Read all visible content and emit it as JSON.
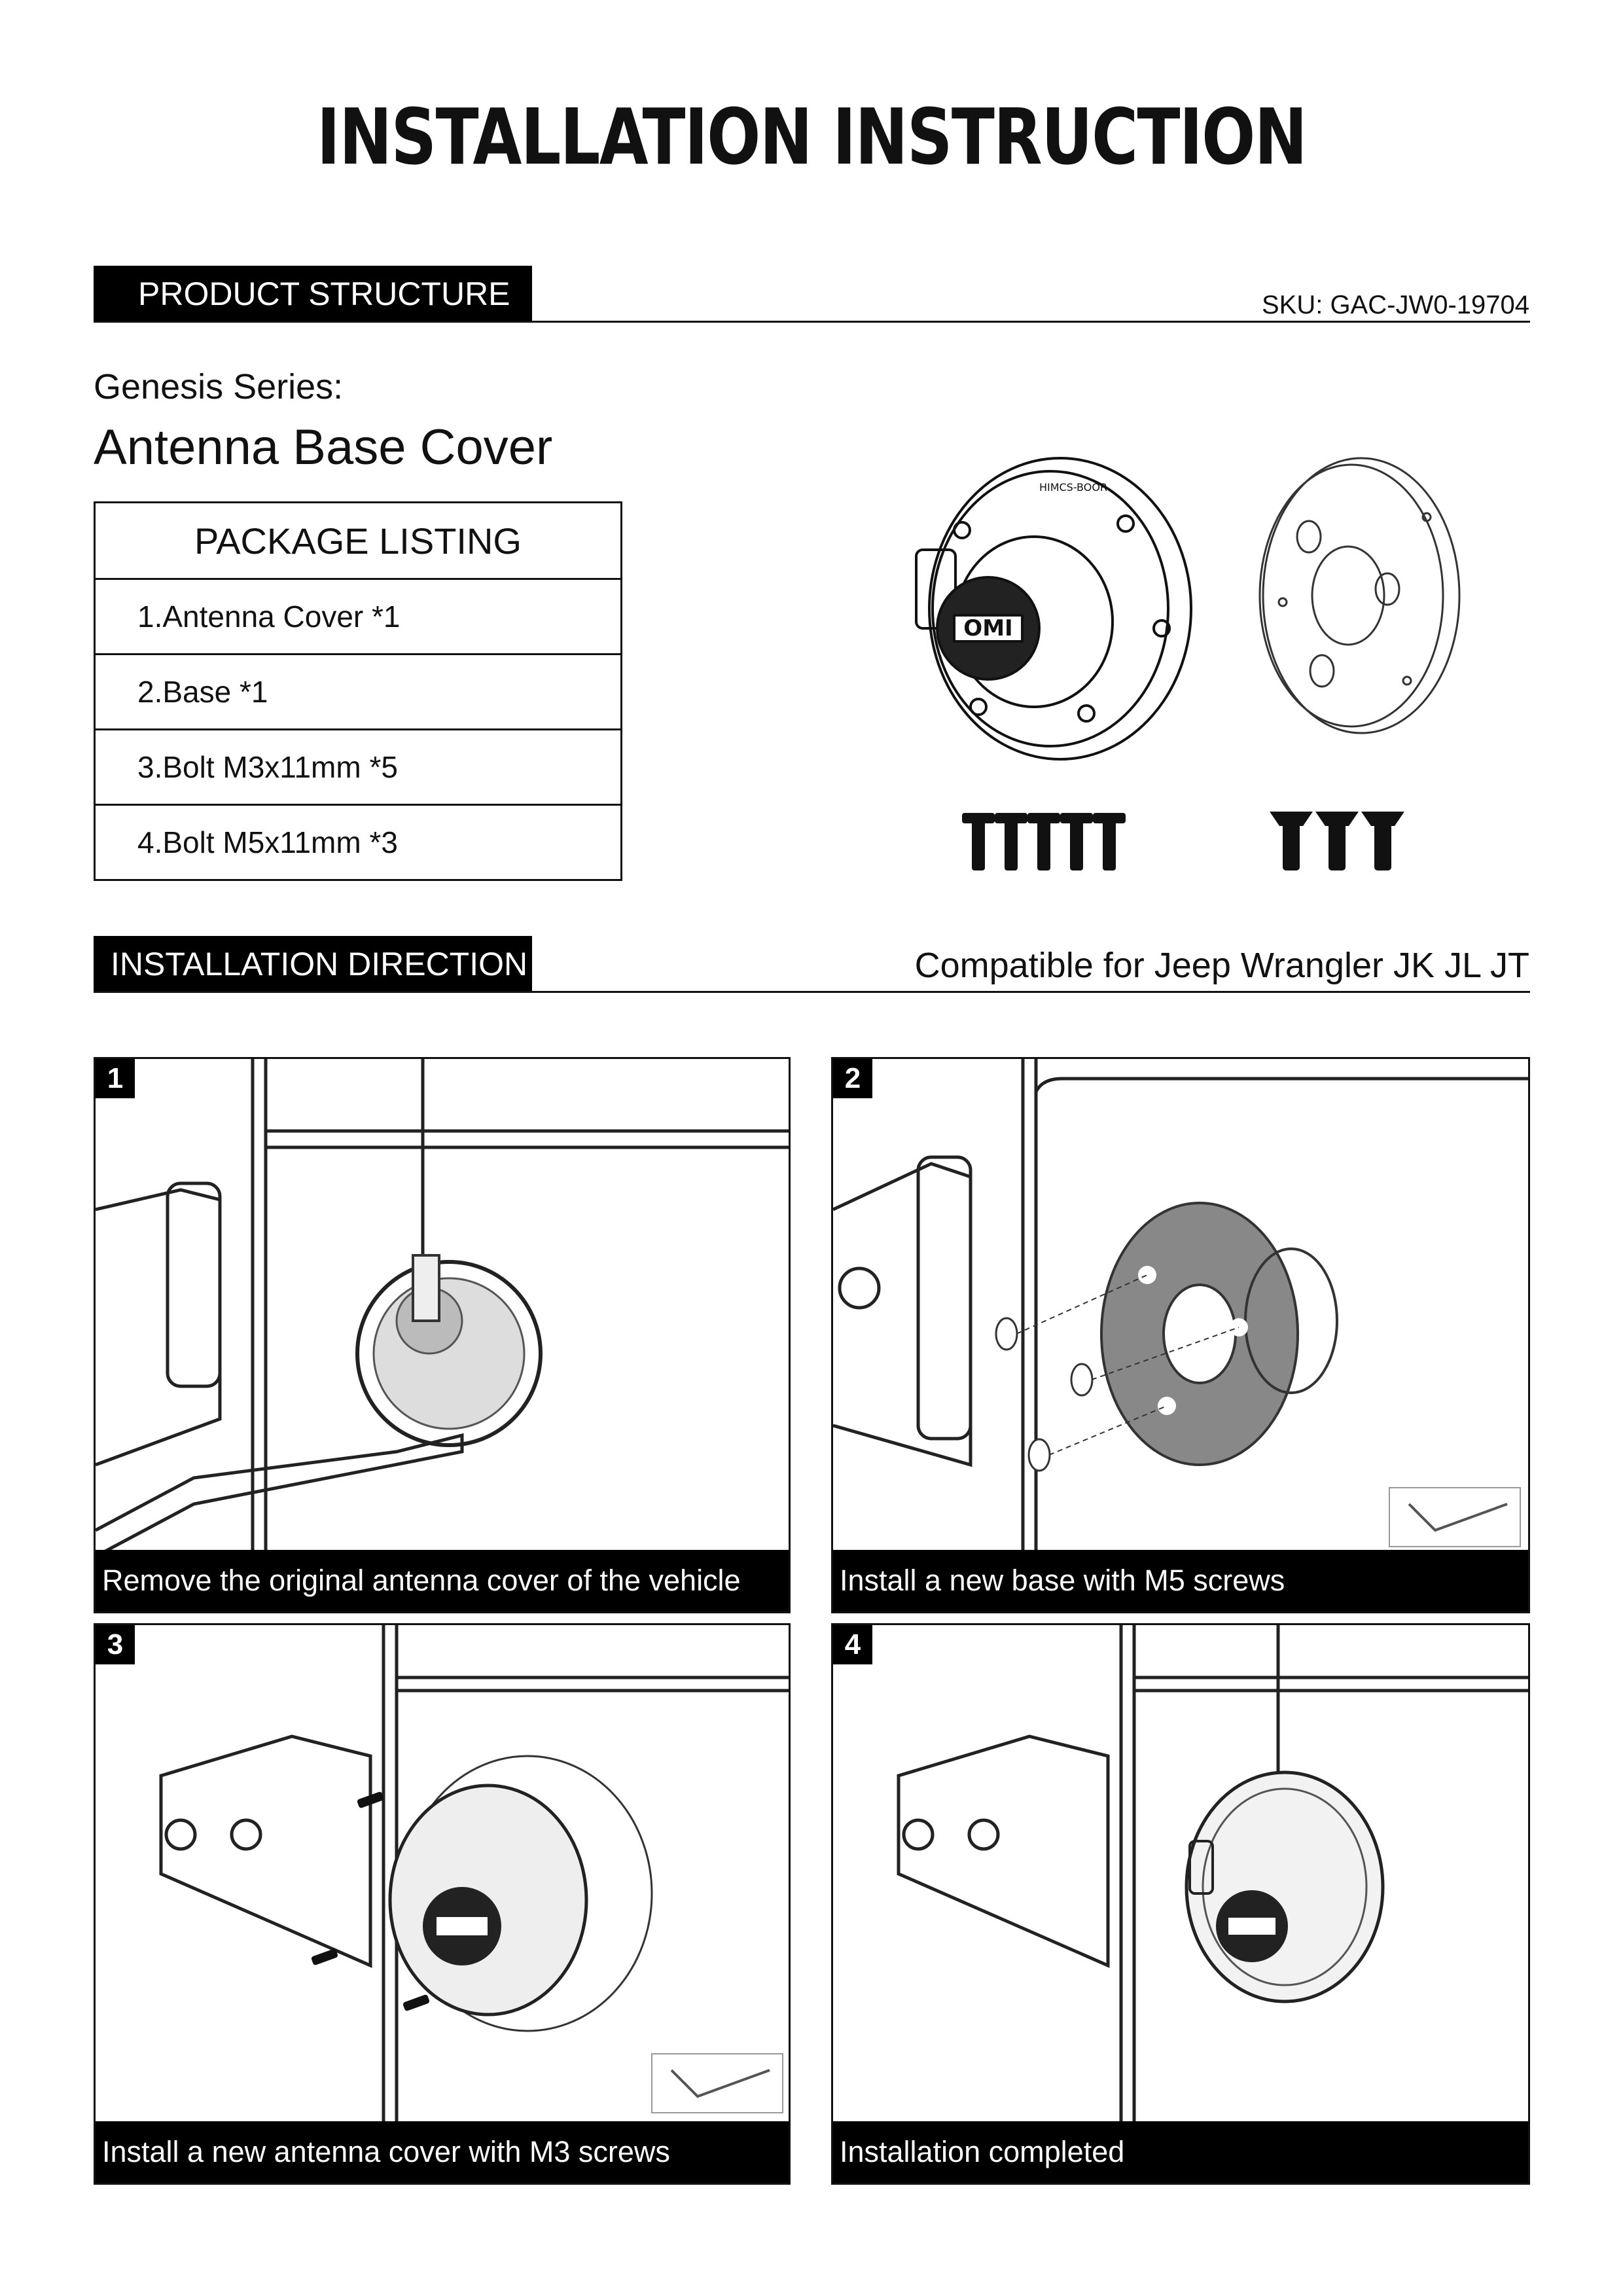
{
  "title": "INSTALLATION INSTRUCTION",
  "product_structure": {
    "tab_label": "PRODUCT STRUCTURE",
    "sku": "SKU: GAC-JW0-19704",
    "series": "Genesis Series:",
    "product_name": "Antenna Base Cover"
  },
  "package_listing": {
    "header": "PACKAGE LISTING",
    "items": [
      "1.Antenna Cover *1",
      "2.Base *1",
      "3.Bolt M3x11mm *5",
      "4.Bolt M5x11mm *3"
    ]
  },
  "product_image": {
    "cover_logo": "OMI",
    "cover_band_text": "HIMCS-BOOR"
  },
  "installation_direction": {
    "tab_label": "INSTALLATION DIRECTION",
    "compatibility": "Compatible for Jeep Wrangler JK JL JT"
  },
  "steps": [
    {
      "number": "1",
      "caption": "Remove the original antenna cover of the vehicle"
    },
    {
      "number": "2",
      "caption": "Install a new base with M5 screws"
    },
    {
      "number": "3",
      "caption": "Install a new antenna cover with M3 screws"
    },
    {
      "number": "4",
      "caption": "Installation completed"
    }
  ]
}
